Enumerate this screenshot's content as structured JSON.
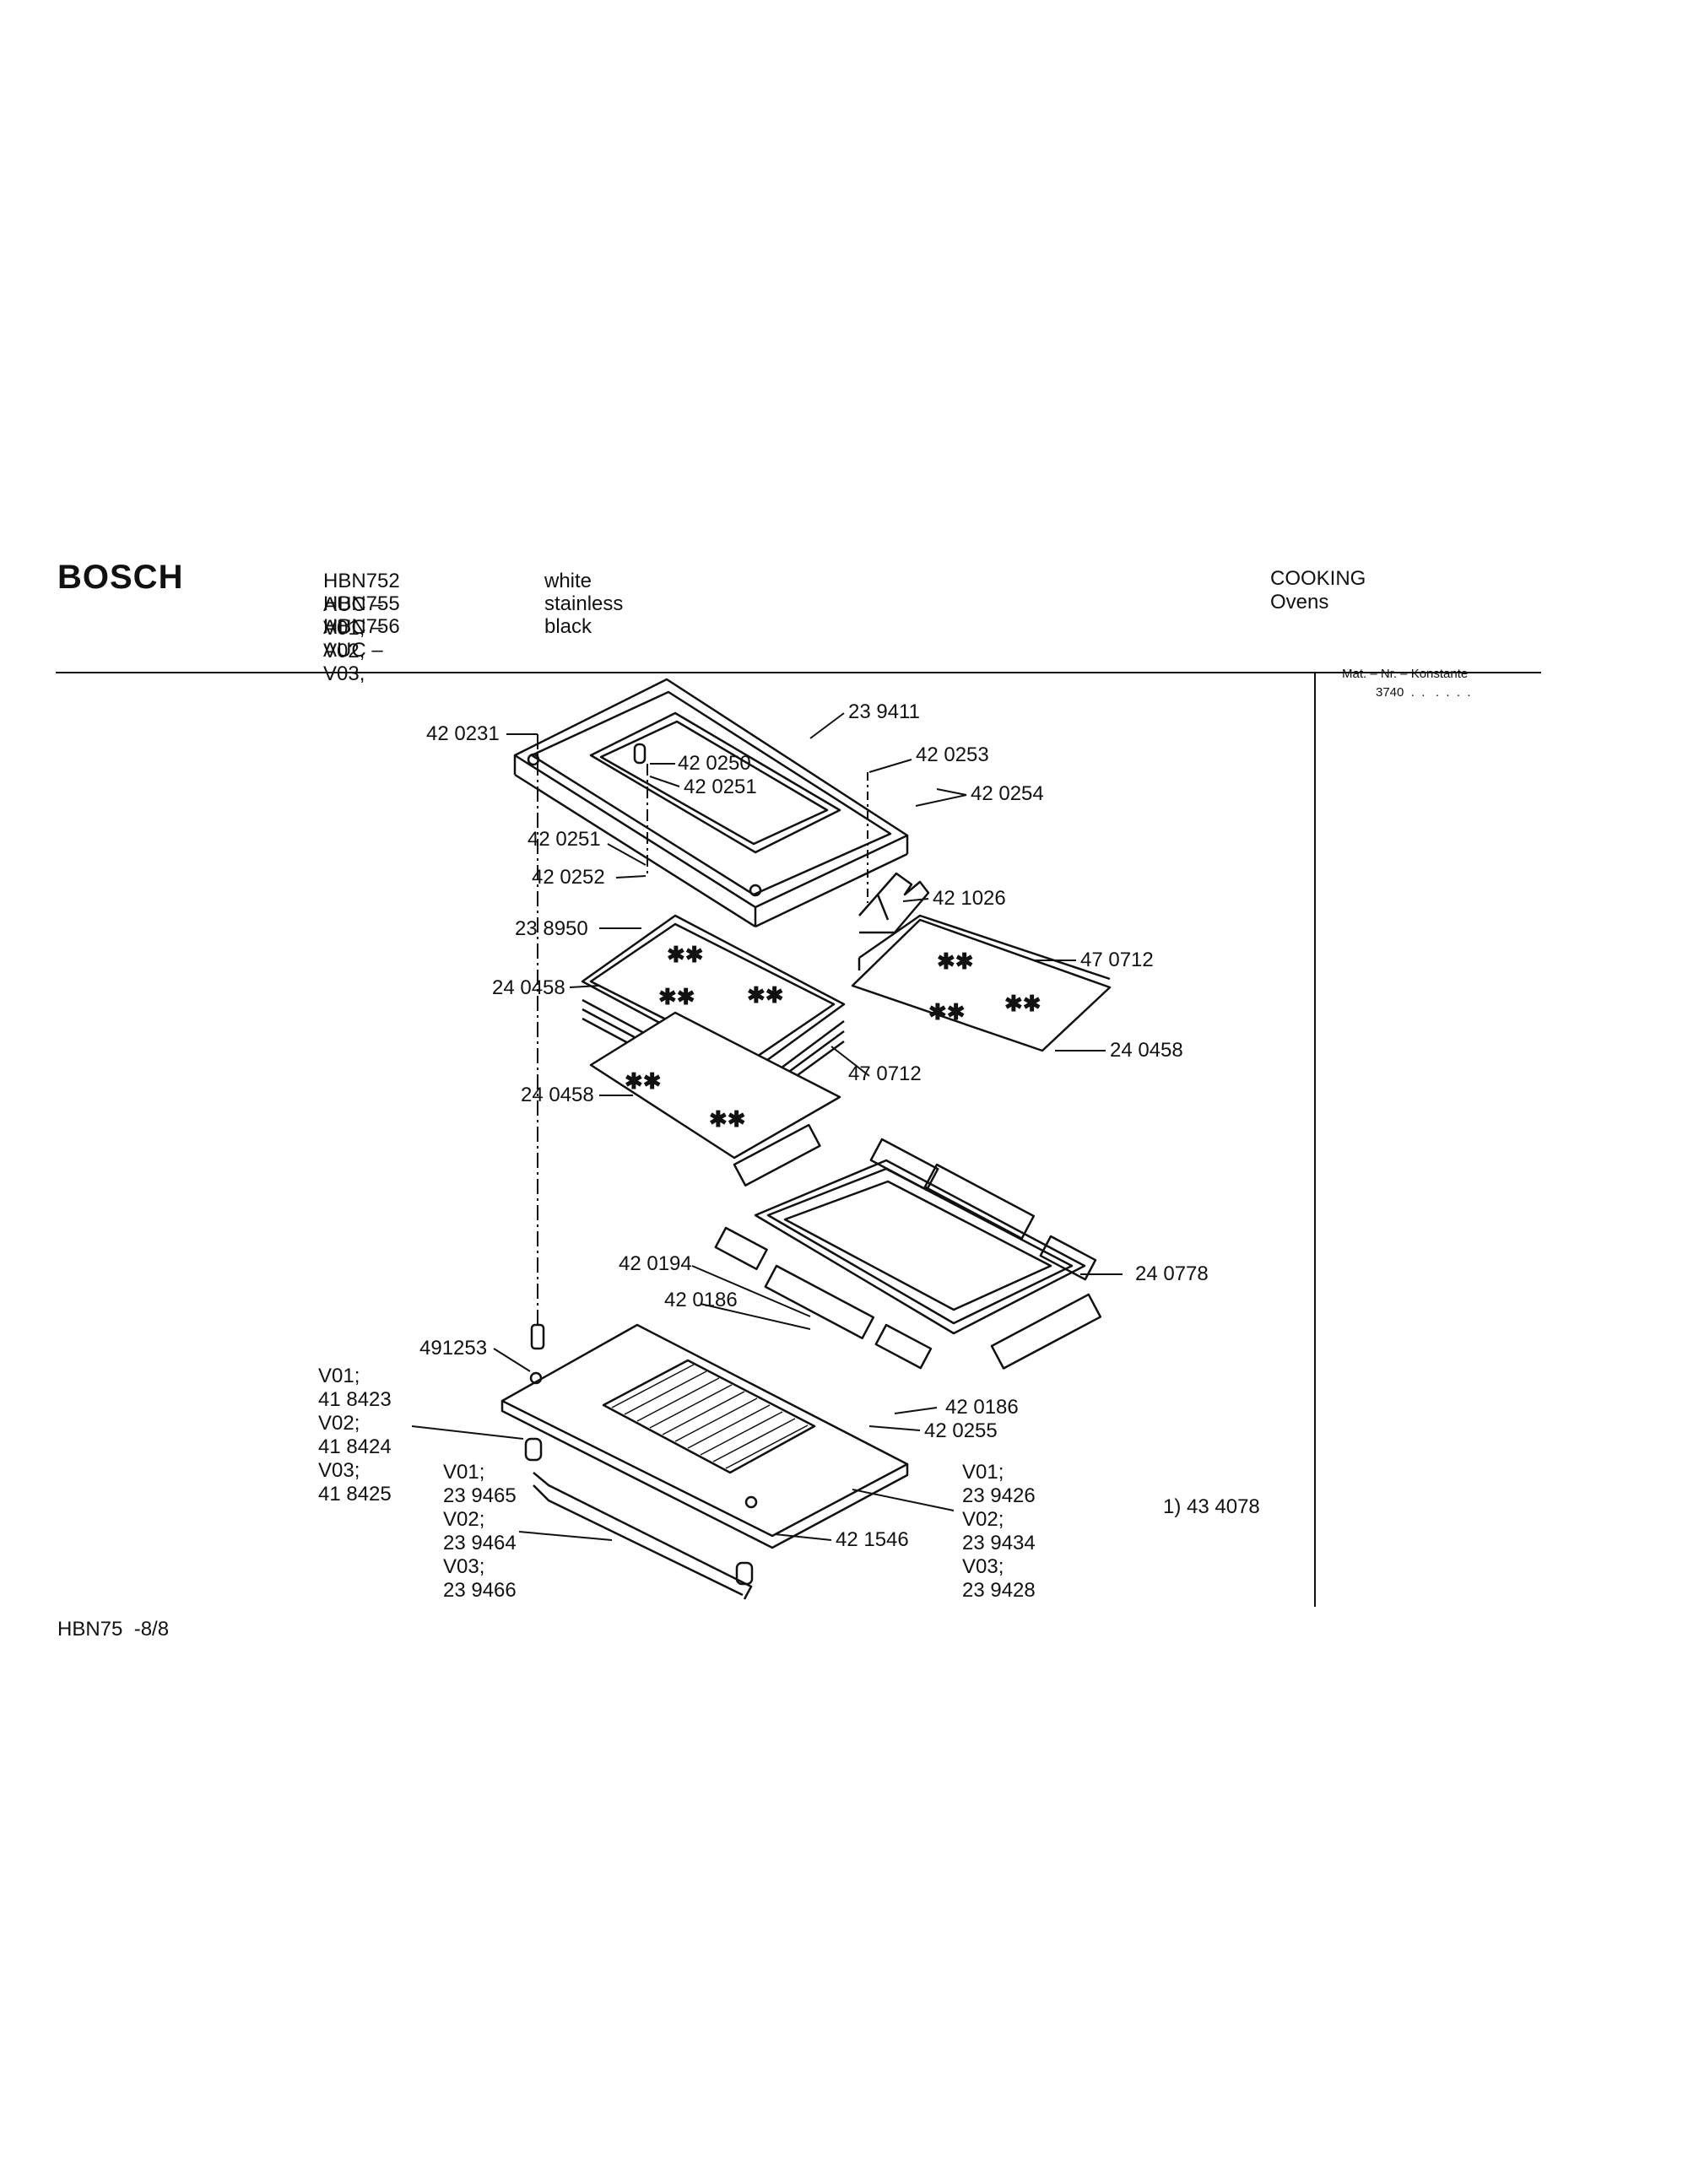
{
  "header": {
    "brand": "BOSCH",
    "models": [
      {
        "code": "HBN752 AUC – V01,",
        "variant": "white"
      },
      {
        "code": "HBN755 AUC – V02,",
        "variant": "stainless"
      },
      {
        "code": "HBN756 AUC – V03,",
        "variant": " black"
      }
    ],
    "category": "COOKING",
    "subcategory": "Ovens"
  },
  "sidebar": {
    "mat_label": "Mat. – Nr. – Konstante",
    "mat_value": "3740  .  .   .  .  .  ."
  },
  "footer": {
    "page_code": "HBN75  -8/8"
  },
  "parts": {
    "p1": "42 0231",
    "p2": "23 9411",
    "p3": "42 0250",
    "p4": "42 0251",
    "p5": "42 0253",
    "p6": "42 0254",
    "p7": "42 0251",
    "p8": "42 0252",
    "p9": "42 1026",
    "p10": "23 8950",
    "p11": "47 0712",
    "p12": "24 0458",
    "p13": "47 0712",
    "p14": "24 0458",
    "p15": "24 0458",
    "p16": "24 0778",
    "p17": "42 0194",
    "p18": "42 0186",
    "p19": "491253",
    "p20": "42 0186",
    "p21": "42 0255",
    "p22": "42 1546",
    "p23": "1) 43 4078"
  },
  "variant_groups": {
    "left": [
      "V01;",
      "41 8423",
      "V02;",
      "41 8424",
      "V03;",
      "41 8425"
    ],
    "middle": [
      "V01;",
      "23 9465",
      "V02;",
      "23 9464",
      "V03;",
      "23 9466"
    ],
    "right": [
      "V01;",
      "23 9426",
      "V02;",
      "23 9434",
      "V03;",
      "23 9428"
    ]
  }
}
